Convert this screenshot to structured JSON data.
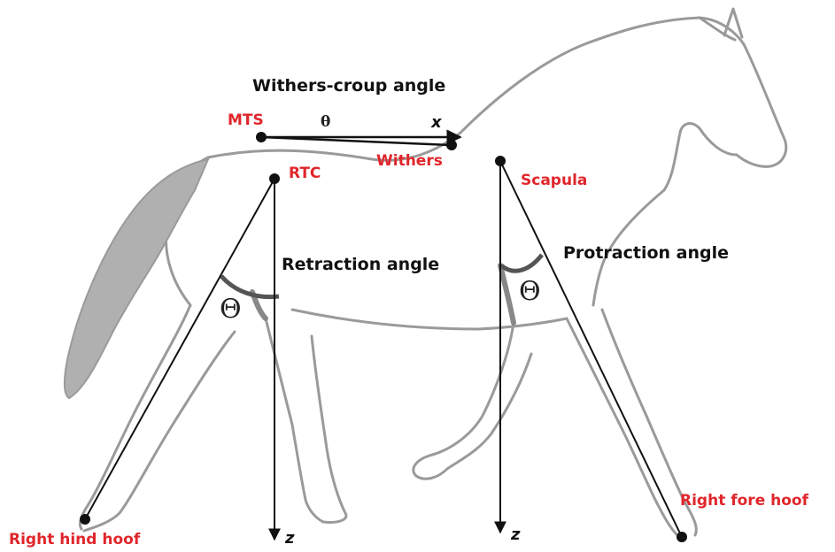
{
  "labels": {
    "withers_croup_angle": "Withers-croup angle",
    "mts": "MTS",
    "withers": "Withers",
    "theta_top": "θ",
    "x_axis": "x",
    "rtc": "RTC",
    "scapula": "Scapula",
    "retraction_angle": "Retraction angle",
    "protraction_angle": "Protraction angle",
    "theta_symbol": "Θ",
    "right_hind_hoof": "Right hind hoof",
    "right_fore_hoof": "Right fore hoof",
    "z_axis": "z"
  },
  "colors": {
    "label_red": "#e0262b",
    "label_black": "#111111",
    "outline_gray": "#9a9a9a",
    "tail_gray": "#a8a8a8"
  }
}
